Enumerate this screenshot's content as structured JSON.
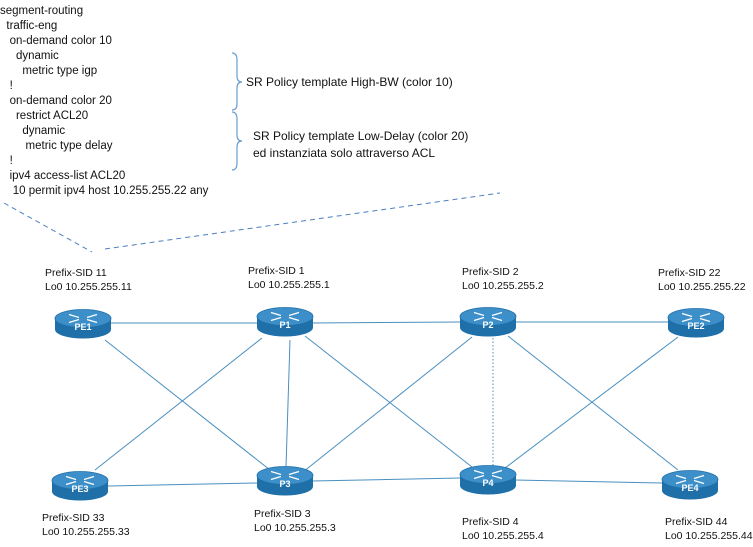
{
  "config": {
    "lines": [
      "segment-routing",
      "  traffic-eng",
      "   on-demand color 10",
      "     dynamic",
      "       metric type igp",
      "   !",
      "   on-demand color 20",
      "     restrict ACL20",
      "       dynamic",
      "        metric type delay",
      "   !",
      "   ipv4 access-list ACL20",
      "    10 permit ipv4 host 10.255.255.22 any"
    ]
  },
  "notes": {
    "policy_color10": "SR Policy template High-BW (color 10)",
    "policy_color20_line1": "SR Policy template Low-Delay (color 20)",
    "policy_color20_line2": "ed  instanziata solo attraverso ACL"
  },
  "routers": {
    "PE1": {
      "name": "PE1",
      "sid": "Prefix-SID 11",
      "loopback": "Lo0 10.255.255.11"
    },
    "P1": {
      "name": "P1",
      "sid": "Prefix-SID 1",
      "loopback": "Lo0 10.255.255.1"
    },
    "P2": {
      "name": "P2",
      "sid": "Prefix-SID 2",
      "loopback": "Lo0 10.255.255.2"
    },
    "PE2": {
      "name": "PE2",
      "sid": "Prefix-SID 22",
      "loopback": "Lo0 10.255.255.22"
    },
    "PE3": {
      "name": "PE3",
      "sid": "Prefix-SID 33",
      "loopback": "Lo0 10.255.255.33"
    },
    "P3": {
      "name": "P3",
      "sid": "Prefix-SID 3",
      "loopback": "Lo0 10.255.255.3"
    },
    "P4": {
      "name": "P4",
      "sid": "Prefix-SID 4",
      "loopback": "Lo0 10.255.255.4"
    },
    "PE4": {
      "name": "PE4",
      "sid": "Prefix-SID 44",
      "loopback": "Lo0 10.255.255.44"
    }
  },
  "colors": {
    "link": "#4a8fc0",
    "router_body": "#1f6fa8",
    "router_top": "#3d8fc9",
    "bracket": "#6a9ed0",
    "callout": "#4a7fbf"
  }
}
